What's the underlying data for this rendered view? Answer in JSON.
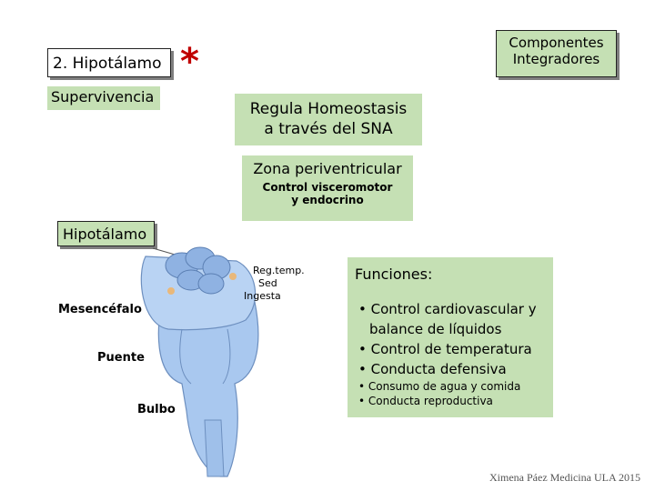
{
  "title_box": {
    "text": "2. Hipotálamo"
  },
  "asterisk": "*",
  "survival_box": {
    "text": "Supervivencia"
  },
  "components_box": {
    "line1": "Componentes",
    "line2": "Integradores"
  },
  "homeostasis_box": {
    "line1": "Regula Homeostasis",
    "line2": "a través  del SNA"
  },
  "zone_box": {
    "title": "Zona periventricular",
    "sub1": "Control visceromotor",
    "sub2": "y endocrino"
  },
  "hypothalamus_label": "Hipotálamo",
  "brain_labels": {
    "mesencefalo": "Mesencéfalo",
    "puente": "Puente",
    "bulbo": "Bulbo"
  },
  "reg_labels": {
    "l1": "Reg.temp.",
    "l2": "Sed",
    "l3": "Ingesta"
  },
  "functions": {
    "title": "Funciones:",
    "items": [
      "• Control cardiovascular y",
      "balance de líquidos",
      "• Control de temperatura",
      "• Conducta defensiva"
    ],
    "small_items": [
      "• Consumo de agua y comida",
      "• Conducta reproductiva"
    ]
  },
  "footer": "Ximena Páez Medicina ULA 2015",
  "colors": {
    "green": "#c5e0b4",
    "brain_blue": "#a9c8ef",
    "asterisk_red": "#c00000"
  }
}
